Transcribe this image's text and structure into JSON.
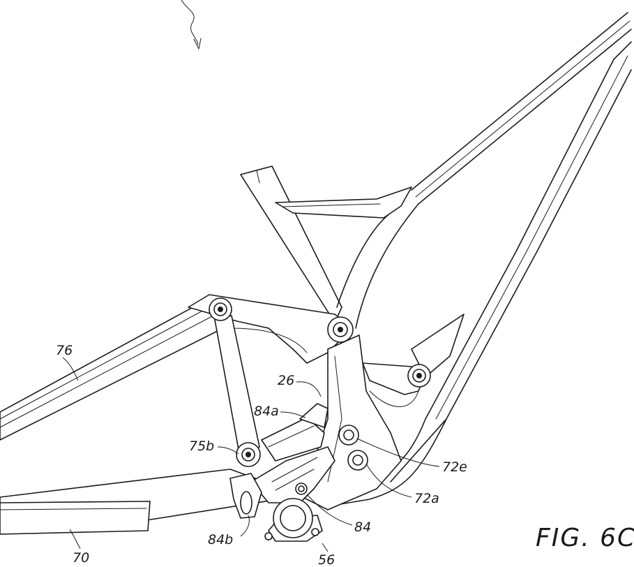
{
  "figure": {
    "title": "FIG. 6C"
  },
  "labels": {
    "l76": "76",
    "l26": "26",
    "l84a": "84a",
    "l75b": "75b",
    "l72e": "72e",
    "l72a": "72a",
    "l84": "84",
    "l84b": "84b",
    "l70": "70",
    "l56": "56"
  }
}
